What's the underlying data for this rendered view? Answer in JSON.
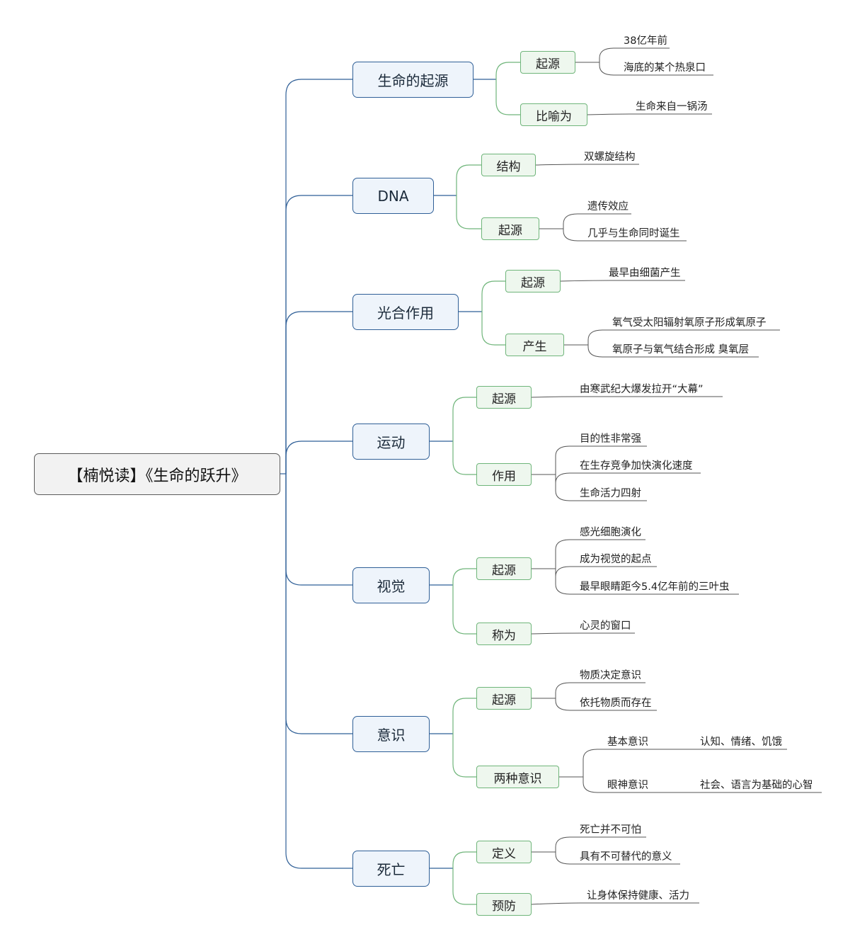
{
  "root": "【楠悦读】《生命的跃升》",
  "colors": {
    "root_border": "#5a5a5a",
    "main_branch": "#2f5f97",
    "sub_branch": "#6fb57a",
    "leaf_line": "#555555"
  },
  "topics": [
    {
      "label": "生命的起源",
      "children": [
        {
          "label": "起源",
          "leaves": [
            "38亿年前",
            "海底的某个热泉口"
          ]
        },
        {
          "label": "比喻为",
          "leaves": [
            "生命来自一锅汤"
          ]
        }
      ]
    },
    {
      "label": "DNA",
      "children": [
        {
          "label": "结构",
          "leaves": [
            "双螺旋结构"
          ]
        },
        {
          "label": "起源",
          "leaves": [
            "遗传效应",
            "几乎与生命同时诞生"
          ]
        }
      ]
    },
    {
      "label": "光合作用",
      "children": [
        {
          "label": "起源",
          "leaves": [
            "最早由细菌产生"
          ]
        },
        {
          "label": "产生",
          "leaves": [
            "氧气受太阳辐射氧原子形成氧原子",
            "氧原子与氧气结合形成 臭氧层"
          ]
        }
      ]
    },
    {
      "label": "运动",
      "children": [
        {
          "label": "起源",
          "leaves": [
            "由寒武纪大爆发拉开“大幕”"
          ]
        },
        {
          "label": "作用",
          "leaves": [
            "目的性非常强",
            "在生存竞争加快演化速度",
            "生命活力四射"
          ]
        }
      ]
    },
    {
      "label": "视觉",
      "children": [
        {
          "label": "起源",
          "leaves": [
            "感光细胞演化",
            "成为视觉的起点",
            "最早眼睛距今5.4亿年前的三叶虫"
          ]
        },
        {
          "label": "称为",
          "leaves": [
            "心灵的窗口"
          ]
        }
      ]
    },
    {
      "label": "意识",
      "children": [
        {
          "label": "起源",
          "leaves": [
            "物质决定意识",
            "依托物质而存在"
          ]
        },
        {
          "label": "两种意识",
          "leaves": [
            "基本意识",
            "眼神意识"
          ],
          "subleaves": [
            "认知、情绪、饥饿",
            "社会、语言为基础的心智"
          ]
        }
      ]
    },
    {
      "label": "死亡",
      "children": [
        {
          "label": "定义",
          "leaves": [
            "死亡并不可怕",
            "具有不可替代的意义"
          ]
        },
        {
          "label": "预防",
          "leaves": [
            "让身体保持健康、活力"
          ]
        }
      ]
    }
  ]
}
